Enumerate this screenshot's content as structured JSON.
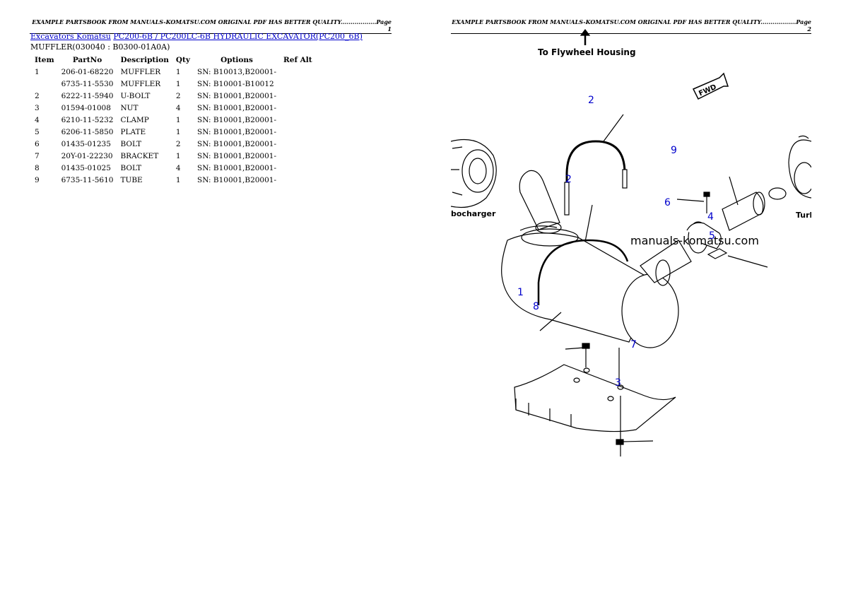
{
  "header": {
    "page1": "EXAMPLE PARTSBOOK FROM MANUALS-KOMATSU.COM ORIGINAL PDF HAS BETTER QUALITY..................Page 1",
    "page2": "EXAMPLE PARTSBOOK FROM MANUALS-KOMATSU.COM ORIGINAL PDF HAS BETTER QUALITY..................Page 2"
  },
  "breadcrumb": {
    "link1": "Excavators Komatsu",
    "link2": "PC200-6B / PC200LC-6B HYDRAULIC EXCAVATOR(PC200_6B)"
  },
  "subtitle": "MUFFLER(030040 : B0300-01A0A)",
  "table": {
    "headers": [
      "Item",
      "PartNo",
      "Description",
      "Qty",
      "Options",
      "Ref Alt"
    ],
    "rows": [
      {
        "item": "1",
        "partno": "206-01-68220",
        "desc": "MUFFLER",
        "qty": "1",
        "options": "SN: B10013,B20001-",
        "ref": ""
      },
      {
        "item": "",
        "partno": "6735-11-5530",
        "desc": "MUFFLER",
        "qty": "1",
        "options": "SN: B10001-B10012",
        "ref": ""
      },
      {
        "item": "2",
        "partno": "6222-11-5940",
        "desc": "U-BOLT",
        "qty": "2",
        "options": "SN: B10001,B20001-",
        "ref": ""
      },
      {
        "item": "3",
        "partno": "01594-01008",
        "desc": "NUT",
        "qty": "4",
        "options": "SN: B10001,B20001-",
        "ref": ""
      },
      {
        "item": "4",
        "partno": "6210-11-5232",
        "desc": "CLAMP",
        "qty": "1",
        "options": "SN: B10001,B20001-",
        "ref": ""
      },
      {
        "item": "5",
        "partno": "6206-11-5850",
        "desc": "PLATE",
        "qty": "1",
        "options": "SN: B10001,B20001-",
        "ref": ""
      },
      {
        "item": "6",
        "partno": "01435-01235",
        "desc": "BOLT",
        "qty": "2",
        "options": "SN: B10001,B20001-",
        "ref": ""
      },
      {
        "item": "7",
        "partno": "20Y-01-22230",
        "desc": "BRACKET",
        "qty": "1",
        "options": "SN: B10001,B20001-",
        "ref": ""
      },
      {
        "item": "8",
        "partno": "01435-01025",
        "desc": "BOLT",
        "qty": "4",
        "options": "SN: B10001,B20001-",
        "ref": ""
      },
      {
        "item": "9",
        "partno": "6735-11-5610",
        "desc": "TUBE",
        "qty": "1",
        "options": "SN: B10001,B20001-",
        "ref": ""
      }
    ]
  },
  "diagram": {
    "to_flywheel": "To Flywheel Housing",
    "fwd": "FWD",
    "turbocharger_left": "bocharger",
    "turbocharger_right": "Turb",
    "watermark": "manuals-komatsu.com",
    "callouts": {
      "c2a": "2",
      "c9": "9",
      "c2b": "2",
      "c6": "6",
      "c4": "4",
      "c5": "5",
      "c1": "1",
      "c8": "8",
      "c7": "7",
      "c3": "3"
    }
  },
  "colors": {
    "link": "#0000cc",
    "callout": "#0000cc"
  }
}
